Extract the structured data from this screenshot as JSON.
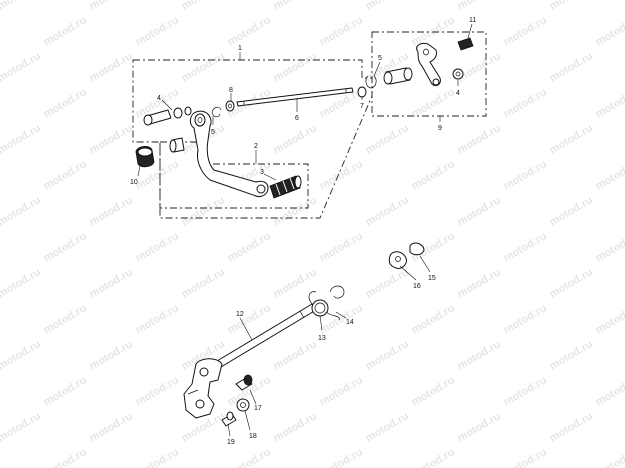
{
  "watermark": {
    "text": "motod.ru"
  },
  "callouts": [
    {
      "id": "c1",
      "text": "1"
    },
    {
      "id": "c2",
      "text": "2"
    },
    {
      "id": "c3",
      "text": "3"
    },
    {
      "id": "c4a",
      "text": "4"
    },
    {
      "id": "c4b",
      "text": "4"
    },
    {
      "id": "c5a",
      "text": "5"
    },
    {
      "id": "c5b",
      "text": "5"
    },
    {
      "id": "c6",
      "text": "6"
    },
    {
      "id": "c7",
      "text": "7"
    },
    {
      "id": "c8",
      "text": "8"
    },
    {
      "id": "c9",
      "text": "9"
    },
    {
      "id": "c10",
      "text": "10"
    },
    {
      "id": "c11",
      "text": "11"
    },
    {
      "id": "c12",
      "text": "12"
    },
    {
      "id": "c13",
      "text": "13"
    },
    {
      "id": "c14",
      "text": "14"
    },
    {
      "id": "c15",
      "text": "15"
    },
    {
      "id": "c16",
      "text": "16"
    },
    {
      "id": "c17",
      "text": "17"
    },
    {
      "id": "c18",
      "text": "18"
    },
    {
      "id": "c19",
      "text": "19"
    }
  ]
}
